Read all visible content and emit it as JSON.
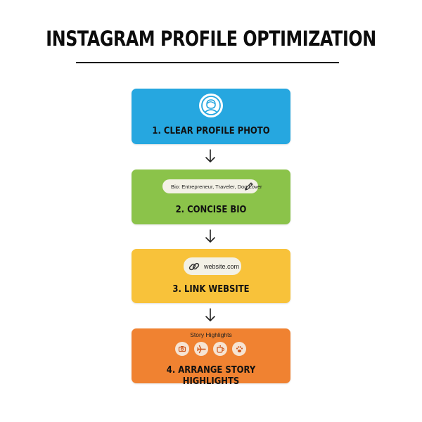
{
  "title": "INSTAGRAM PROFILE OPTIMIZATION",
  "colors": {
    "step1": "#26a7e0",
    "step2": "#8bc34a",
    "step3": "#f8c23a",
    "step4": "#f08231"
  },
  "steps": [
    {
      "label": "1. CLEAR PROFILE PHOTO",
      "icon": "profile-avatar-icon"
    },
    {
      "label": "2. CONCISE BIO",
      "bio_text": "Bio: Entrepreneur, Traveler, Dog Lover",
      "icon": "pencil-icon"
    },
    {
      "label": "3. LINK WEBSITE",
      "link_text": "website.com",
      "icon": "link-icon"
    },
    {
      "label": "4. ARRANGE STORY HIGHLIGHTS",
      "highlights_caption": "Story Highlights",
      "highlight_icons": [
        "camera-icon",
        "airplane-icon",
        "coffee-icon",
        "paw-icon"
      ]
    }
  ]
}
